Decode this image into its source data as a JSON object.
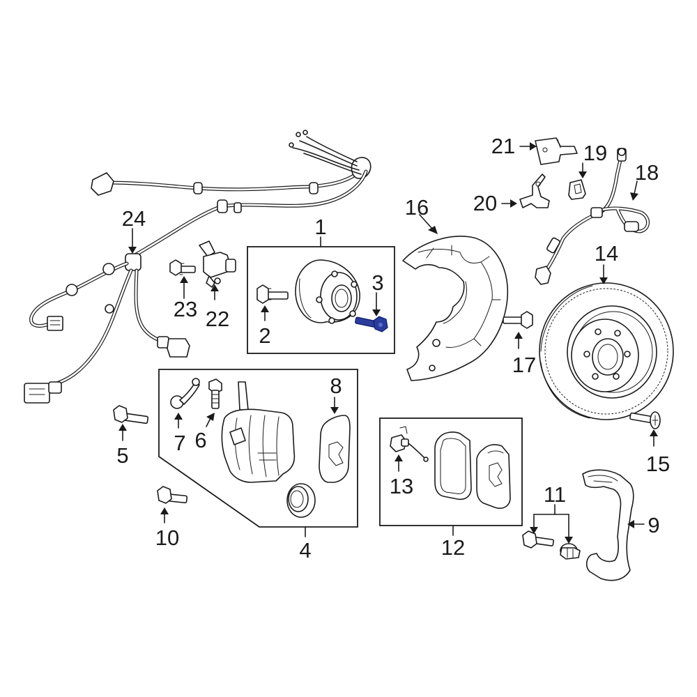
{
  "colors": {
    "line": "#1a1a1a",
    "highlight": "#2a3d9c",
    "background": "#ffffff"
  },
  "highlighted_part": "3",
  "callouts": {
    "c1": "1",
    "c2": "2",
    "c3": "3",
    "c4": "4",
    "c5": "5",
    "c6": "6",
    "c7": "7",
    "c8": "8",
    "c9": "9",
    "c10": "10",
    "c11": "11",
    "c12": "12",
    "c13": "13",
    "c14": "14",
    "c15": "15",
    "c16": "16",
    "c17": "17",
    "c18": "18",
    "c19": "19",
    "c20": "20",
    "c21": "21",
    "c22": "22",
    "c23": "23",
    "c24": "24"
  }
}
